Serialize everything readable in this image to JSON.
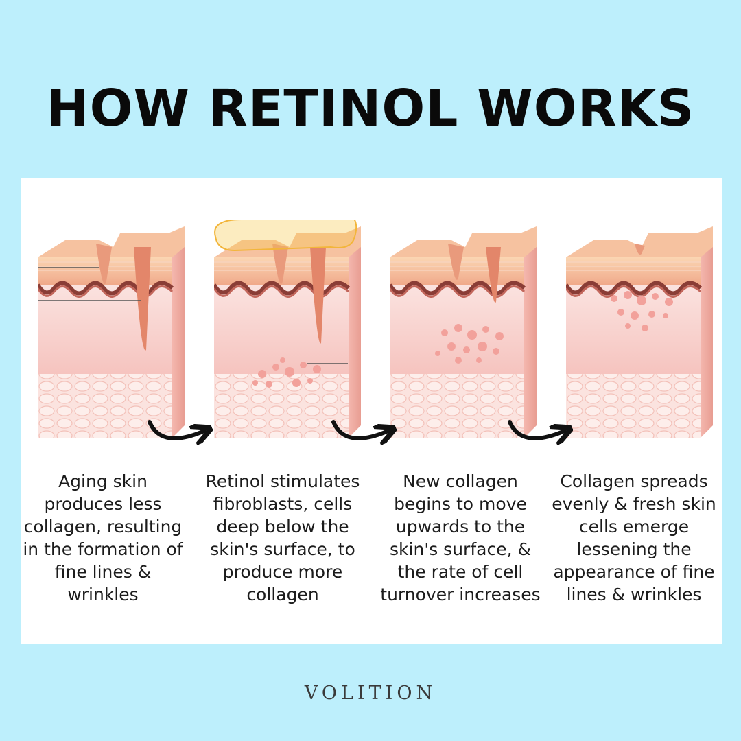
{
  "title": "HOW RETINOL WORKS",
  "steps": [
    {
      "caption": "Aging skin produces less collagen, resulting in the formation of fine lines & wrinkles"
    },
    {
      "caption": "Retinol stimulates fibroblasts, cells deep below the skin's surface, to produce more collagen"
    },
    {
      "caption": "New collagen begins to move upwards to the skin's surface, & the rate of cell turnover increases"
    },
    {
      "caption": "Collagen spreads evenly & fresh skin cells emerge lessening the appearance of fine lines & wrinkles"
    }
  ],
  "brand": "VOLITION",
  "colors": {
    "background": "#bdeffc",
    "panel": "#ffffff",
    "epidermis": "#f4b593",
    "dermis": "#f8cfca",
    "papillae": "#8a3d36",
    "fat": "#fbe0dc",
    "collagen": "#f29b97",
    "retinol": "#f7c94a",
    "arrow": "#111111"
  }
}
